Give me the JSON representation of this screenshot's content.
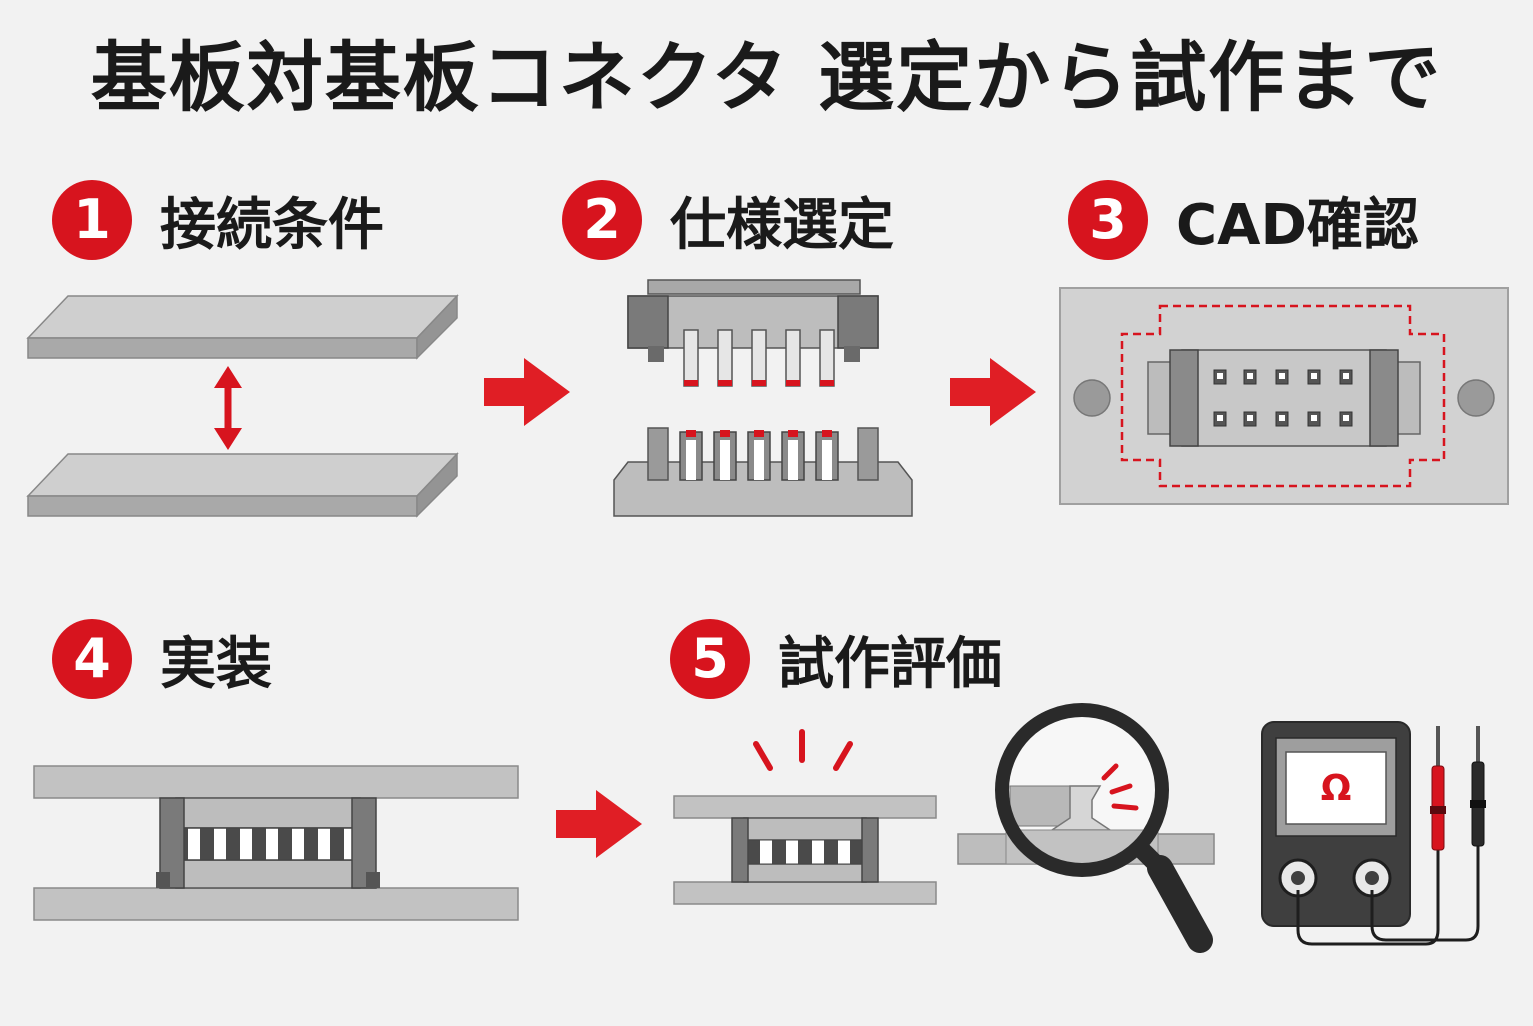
{
  "title": "基板対基板コネクタ 選定から試作まで",
  "steps": [
    {
      "number": "1",
      "label": "接続条件"
    },
    {
      "number": "2",
      "label": "仕様選定"
    },
    {
      "number": "3",
      "label": "CAD確認"
    },
    {
      "number": "4",
      "label": "実装"
    },
    {
      "number": "5",
      "label": "試作評価"
    }
  ],
  "meter_display": "Ω",
  "colors": {
    "accent_red": "#d7141e",
    "board_gray": "#b8b8b8",
    "dark_gray": "#4a4a4a",
    "background": "#f2f2f2"
  },
  "icons": [
    "arrow-right-icon",
    "double-arrow-vertical-icon",
    "magnifier-icon",
    "multimeter-icon",
    "probe-icon"
  ]
}
